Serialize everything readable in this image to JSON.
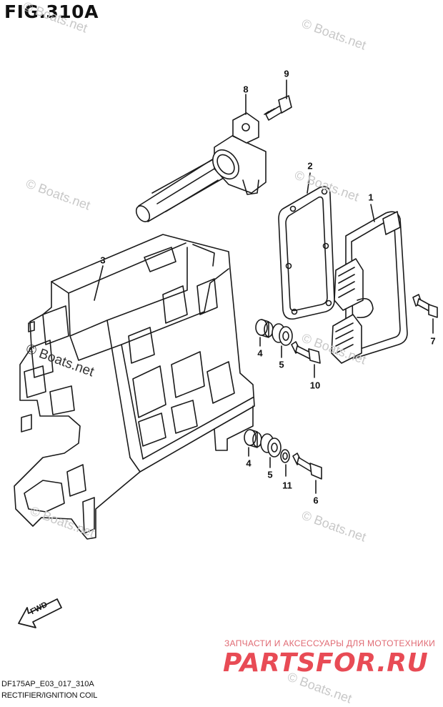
{
  "figure": {
    "title": "FIG.310A"
  },
  "callouts": [
    {
      "id": "c1",
      "label": "1"
    },
    {
      "id": "c2",
      "label": "2"
    },
    {
      "id": "c3",
      "label": "3"
    },
    {
      "id": "c4a",
      "label": "4"
    },
    {
      "id": "c5a",
      "label": "5"
    },
    {
      "id": "c10",
      "label": "10"
    },
    {
      "id": "c7",
      "label": "7"
    },
    {
      "id": "c8",
      "label": "8"
    },
    {
      "id": "c9",
      "label": "9"
    },
    {
      "id": "c4b",
      "label": "4"
    },
    {
      "id": "c5b",
      "label": "5"
    },
    {
      "id": "c11",
      "label": "11"
    },
    {
      "id": "c6",
      "label": "6"
    }
  ],
  "watermarks": {
    "text": "© Boats.net"
  },
  "direction_marker": {
    "label": "FWD"
  },
  "footer": {
    "diagram_code": "DF175AP_E03_017_310A",
    "diagram_name": "RECTIFIER/IGNITION COIL"
  },
  "promo": {
    "tagline": "ЗАПЧАСТИ И АКСЕССУАРЫ ДЛЯ МОТОТЕХНИКИ",
    "brand": "PARTSFOR.RU"
  }
}
